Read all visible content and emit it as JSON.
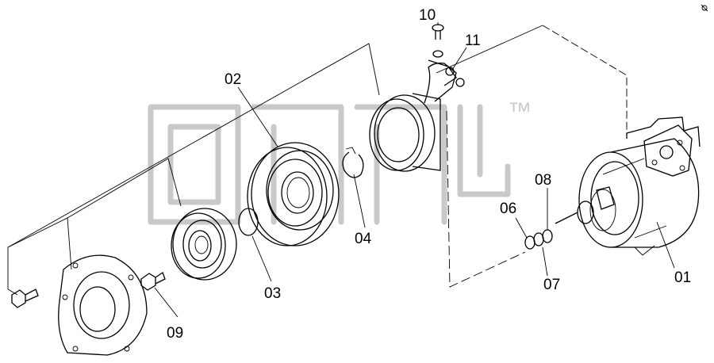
{
  "watermark": {
    "mark": "™"
  },
  "labels": {
    "p01": "01",
    "p02": "02",
    "p03": "03",
    "p04": "04",
    "p06": "06",
    "p07": "07",
    "p08": "08",
    "p09": "09",
    "p10": "10",
    "p11": "11"
  },
  "colors": {
    "line": "#000000",
    "watermark": "#c9c9c9",
    "background": "#ffffff"
  }
}
